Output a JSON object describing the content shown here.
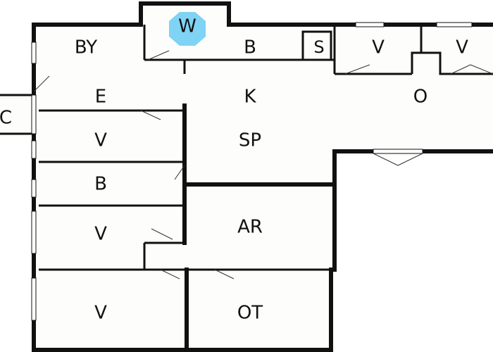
{
  "plan": {
    "rooms": {
      "by": "BY",
      "w": "W",
      "b_top": "B",
      "s": "S",
      "v_top1": "V",
      "v_top2": "V",
      "e": "E",
      "k": "K",
      "o": "O",
      "c": "C",
      "v_mid": "V",
      "sp": "SP",
      "b_mid": "B",
      "v_low": "V",
      "ar": "AR",
      "v_bottom": "V",
      "ot": "OT"
    },
    "colors": {
      "wall": "#111111",
      "floor": "#fdfdfb",
      "washer_badge": "#7fd3f5"
    }
  }
}
